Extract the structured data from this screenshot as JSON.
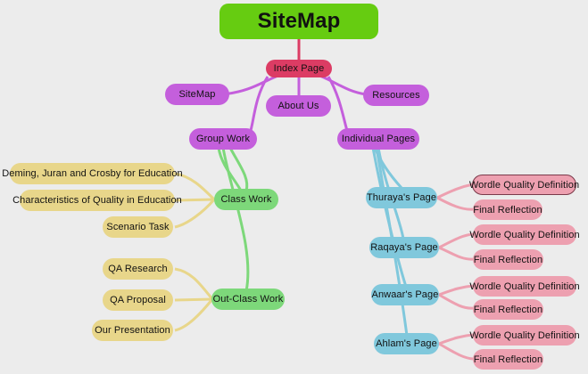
{
  "title": "SiteMap",
  "index_page": "Index Page",
  "top_links": {
    "sitemap": "SiteMap",
    "about_us": "About Us",
    "resources": "Resources",
    "group_work": "Group Work",
    "individual_pages": "Individual Pages"
  },
  "group_work": {
    "class_work": {
      "label": "Class Work",
      "items": [
        "Deming, Juran and Crosby for Education",
        "Characteristics of Quality in Education",
        "Scenario Task"
      ]
    },
    "out_class_work": {
      "label": "Out-Class Work",
      "items": [
        "QA Research",
        "QA Proposal",
        "Our Presentation"
      ]
    }
  },
  "individual_pages": [
    {
      "label": "Thuraya's Page",
      "children": [
        "Wordle Quality Definition",
        "Final Reflection"
      ]
    },
    {
      "label": "Raqaya's Page",
      "children": [
        "Wordle Quality Definition",
        "Final Reflection"
      ]
    },
    {
      "label": "Anwaar's Page",
      "children": [
        "Wordle Quality Definition",
        "Final Reflection"
      ]
    },
    {
      "label": "Ahlam's Page",
      "children": [
        "Wordle Quality Definition",
        "Final Reflection"
      ]
    }
  ],
  "colors": {
    "root": "#66cc11",
    "index": "#dc3c64",
    "level1": "#c45fdc",
    "work": "#7dd87a",
    "work_items": "#e8d68a",
    "people": "#80c8dc",
    "people_items": "#eda0b0"
  }
}
